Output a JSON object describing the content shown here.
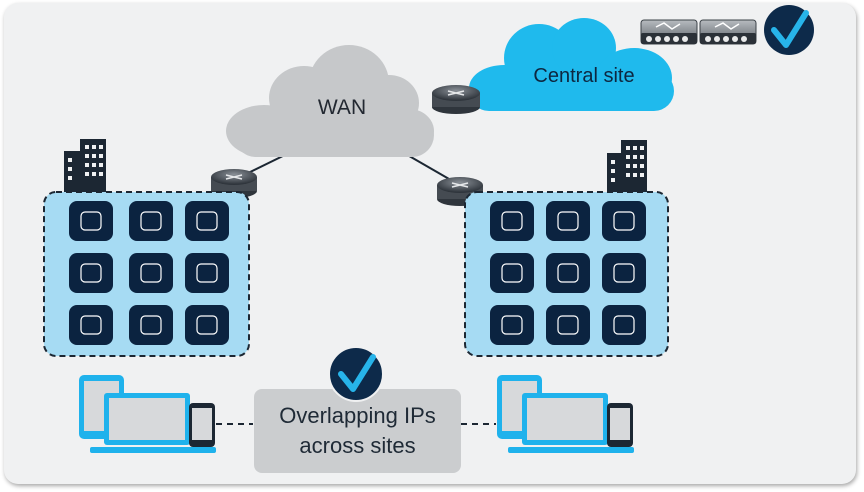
{
  "diagram": {
    "wan_label": "WAN",
    "central_site_label": "Central site",
    "overlap_line1": "Overlapping IPs",
    "overlap_line2": "across sites",
    "colors": {
      "background": "#f0f1f2",
      "cloud_gray": "#c6c8ca",
      "central_cloud": "#1fbaed",
      "site_fill": "#a6dbf3",
      "ap_navy": "#0b2340",
      "device_blue": "#1fb2ec",
      "device_screen": "#d7d9db",
      "check_badge": "#0d2a4a",
      "check_mark": "#27b4ea"
    },
    "icons": [
      "building-icon",
      "router-icon",
      "access-point-icon",
      "firewall-icon",
      "check-badge-icon",
      "laptop-icon",
      "tablet-icon",
      "phone-icon"
    ]
  }
}
